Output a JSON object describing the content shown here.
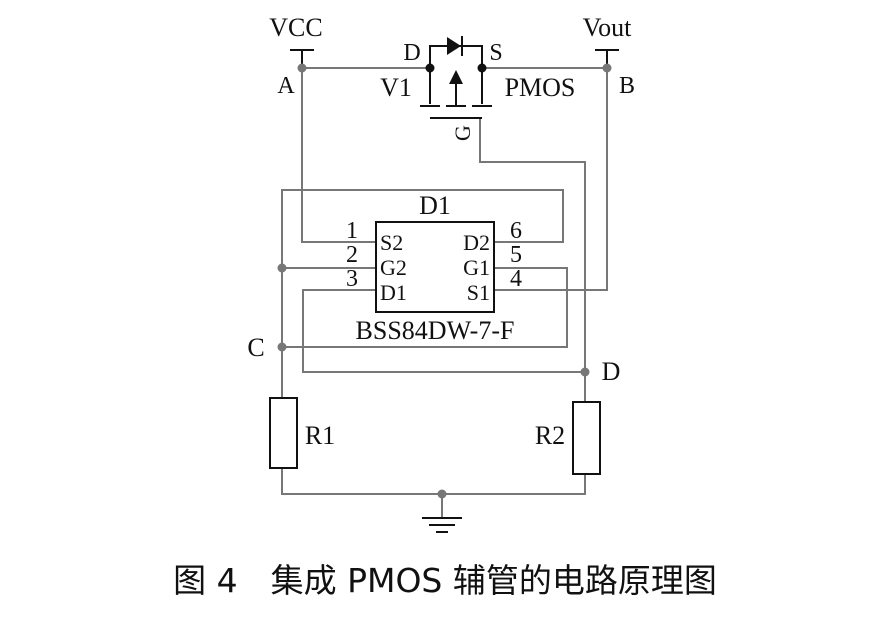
{
  "labels": {
    "vcc": "VCC",
    "vout": "Vout",
    "node_a": "A",
    "node_b": "B",
    "node_c": "C",
    "node_d": "D",
    "pin_d": "D",
    "pin_s": "S",
    "pin_g": "G",
    "v1": "V1",
    "pmos": "PMOS"
  },
  "ic": {
    "ref": "D1",
    "part": "BSS84DW-7-F",
    "pins_left": [
      {
        "num": "1",
        "name": "S2"
      },
      {
        "num": "2",
        "name": "G2"
      },
      {
        "num": "3",
        "name": "D1"
      }
    ],
    "pins_right": [
      {
        "num": "6",
        "name": "D2"
      },
      {
        "num": "5",
        "name": "G1"
      },
      {
        "num": "4",
        "name": "S1"
      }
    ]
  },
  "resistors": {
    "r1": "R1",
    "r2": "R2"
  },
  "caption": "图 4　集成 PMOS 辅管的电路原理图"
}
